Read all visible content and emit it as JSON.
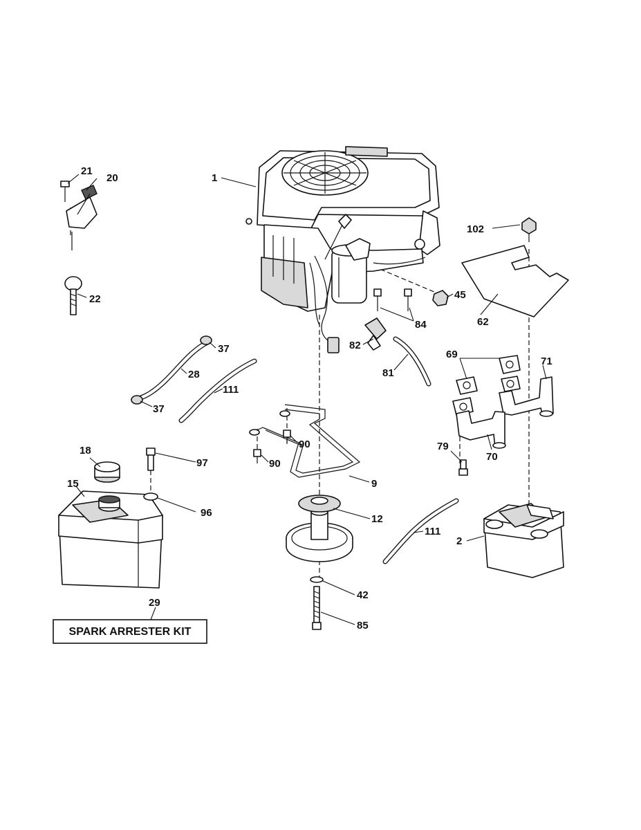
{
  "callouts": [
    {
      "id": "c1",
      "label": "1"
    },
    {
      "id": "c2",
      "label": "2"
    },
    {
      "id": "c9",
      "label": "9"
    },
    {
      "id": "c12",
      "label": "12"
    },
    {
      "id": "c15",
      "label": "15"
    },
    {
      "id": "c18",
      "label": "18"
    },
    {
      "id": "c20",
      "label": "20"
    },
    {
      "id": "c21",
      "label": "21"
    },
    {
      "id": "c22",
      "label": "22"
    },
    {
      "id": "c28",
      "label": "28"
    },
    {
      "id": "c29",
      "label": "29"
    },
    {
      "id": "c37a",
      "label": "37"
    },
    {
      "id": "c37b",
      "label": "37"
    },
    {
      "id": "c42",
      "label": "42"
    },
    {
      "id": "c45",
      "label": "45"
    },
    {
      "id": "c62",
      "label": "62"
    },
    {
      "id": "c69",
      "label": "69"
    },
    {
      "id": "c70",
      "label": "70"
    },
    {
      "id": "c71",
      "label": "71"
    },
    {
      "id": "c79",
      "label": "79"
    },
    {
      "id": "c81",
      "label": "81"
    },
    {
      "id": "c82",
      "label": "82"
    },
    {
      "id": "c84",
      "label": "84"
    },
    {
      "id": "c85",
      "label": "85"
    },
    {
      "id": "c90a",
      "label": "90"
    },
    {
      "id": "c90b",
      "label": "90"
    },
    {
      "id": "c96",
      "label": "96"
    },
    {
      "id": "c97",
      "label": "97"
    },
    {
      "id": "c102",
      "label": "102"
    },
    {
      "id": "c111a",
      "label": "111"
    },
    {
      "id": "c111b",
      "label": "111"
    }
  ],
  "kit_box": {
    "label": "SPARK ARRESTER KIT"
  }
}
